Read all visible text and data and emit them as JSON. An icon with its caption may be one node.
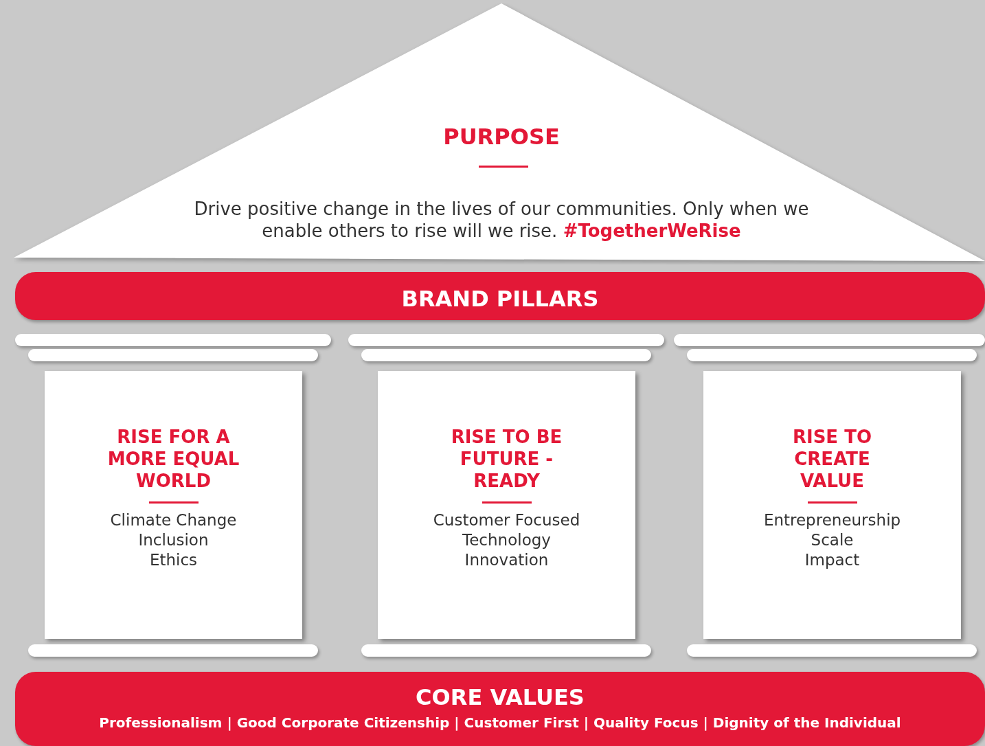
{
  "diagram": {
    "nodes": [
      {
        "text": [
          "PURPOSE",
          "Drive positive change in the lives of our communities. Only when we enable others to rise will we rise. **#TogetherWeRise**"
        ]
      },
      {
        "text": [
          "BRAND PILLARS"
        ]
      },
      {
        "text": [
          "RISE FOR A MORE EQUAL WORLD",
          "Climate Change",
          "Inclusion",
          "Ethics"
        ]
      },
      {
        "text": [
          "RISE TO BE FUTURE - READY",
          "Customer Focused",
          "Technology",
          "Innovation"
        ]
      },
      {
        "text": [
          "RISE TO CREATE VALUE",
          "Entrepreneurship",
          "Scale",
          "Impact"
        ]
      },
      {
        "text": [
          "CORE VALUES",
          "Professionalism | Good Corporate Citizenship | Customer First | Quality Focus | Dignity of the Individual"
        ]
      },
      {
        "text": [],
        "shape": "bar"
      },
      {
        "text": [],
        "shape": "bar"
      },
      {
        "text": [],
        "shape": "bar"
      },
      {
        "text": [],
        "shape": "bar"
      },
      {
        "text": [],
        "shape": "bar"
      },
      {
        "text": [],
        "shape": "bar"
      },
      {
        "text": [],
        "shape": "bar"
      },
      {
        "text": [],
        "shape": "bar"
      },
      {
        "text": [],
        "shape": "bar"
      }
    ]
  }
}
